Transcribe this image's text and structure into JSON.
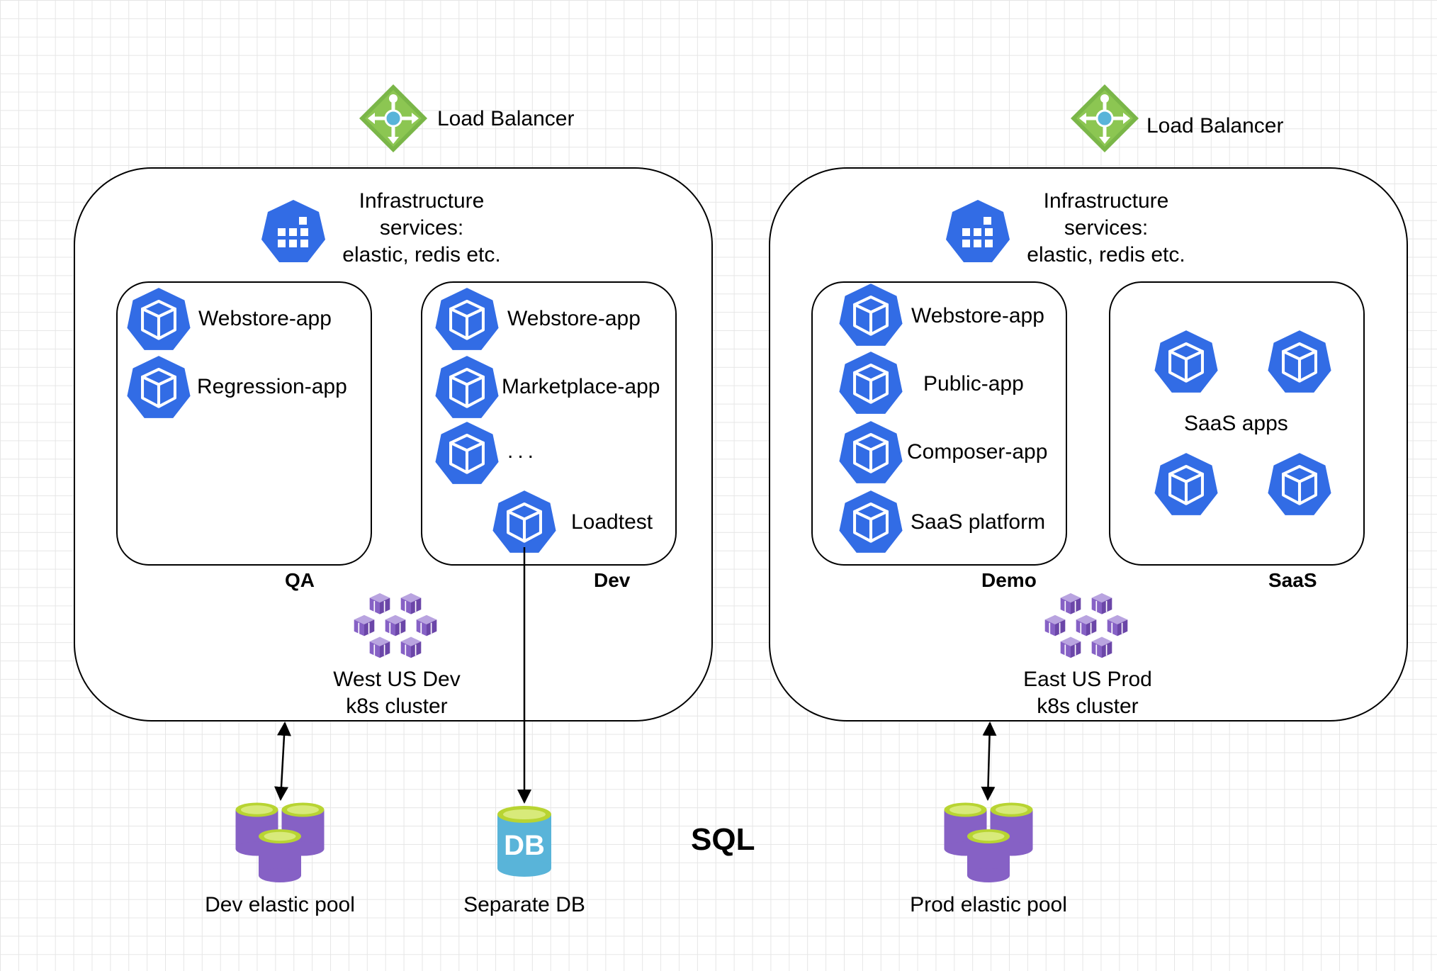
{
  "colors": {
    "k8s_blue": "#326ce5",
    "lb_green": "#7ab648",
    "lb_center": "#59b4d9",
    "aks_purple": "#8661c5",
    "sql_purple": "#8661c5",
    "sql_top": "#b8d432",
    "db_blue": "#59b4d9"
  },
  "left_lb": {
    "label": "Load Balancer",
    "icon": "load-balancer-icon"
  },
  "right_lb": {
    "label": "Load Balancer",
    "icon": "load-balancer-icon"
  },
  "west_cluster": {
    "infra_line1": "Infrastructure",
    "infra_line2": "services:",
    "infra_line3": "elastic, redis etc.",
    "name_line1": "West US Dev",
    "name_line2": "k8s cluster",
    "qa": {
      "label": "QA",
      "apps": [
        "Webstore-app",
        "Regression-app"
      ]
    },
    "dev": {
      "label": "Dev",
      "apps": [
        "Webstore-app",
        "Marketplace-app",
        "..."
      ],
      "loadtest": "Loadtest"
    }
  },
  "east_cluster": {
    "infra_line1": "Infrastructure",
    "infra_line2": "services:",
    "infra_line3": "elastic, redis etc.",
    "name_line1": "East US Prod",
    "name_line2": "k8s cluster",
    "demo": {
      "label": "Demo",
      "apps": [
        "Webstore-app",
        "Public-app",
        "Composer-app",
        "SaaS platform"
      ]
    },
    "saas": {
      "label": "SaaS",
      "apps_label": "SaaS apps"
    }
  },
  "sql": {
    "title": "SQL",
    "dev_pool": "Dev elastic pool",
    "separate_db": "Separate DB",
    "db_icon_text": "DB",
    "prod_pool": "Prod elastic pool"
  }
}
